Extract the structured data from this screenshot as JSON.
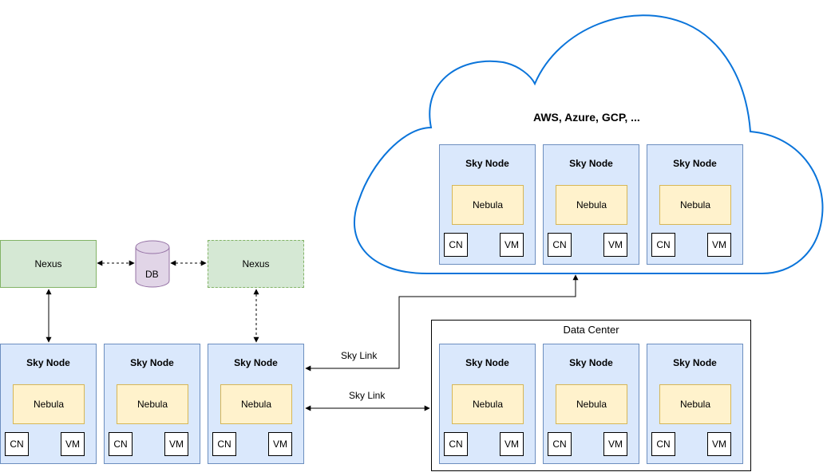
{
  "cloud": {
    "title": "AWS, Azure, GCP, ..."
  },
  "data_center": {
    "title": "Data Center"
  },
  "nexus": {
    "left_label": "Nexus",
    "right_label": "Nexus"
  },
  "db": {
    "label": "DB"
  },
  "links": {
    "upper_label": "Sky Link",
    "lower_label": "Sky Link"
  },
  "sky_node": {
    "title": "Sky Node",
    "nebula_label": "Nebula",
    "cn_label": "CN",
    "vm_label": "VM"
  },
  "colors": {
    "sky_node_fill": "#dae8fc",
    "sky_node_stroke": "#6c8ebf",
    "nebula_fill": "#fff2cc",
    "nebula_stroke": "#d6b656",
    "nexus_fill": "#d5e8d4",
    "nexus_stroke": "#82b366",
    "db_fill": "#e1d5e7",
    "db_stroke": "#9673a6",
    "cloud_stroke": "#0a74da"
  }
}
